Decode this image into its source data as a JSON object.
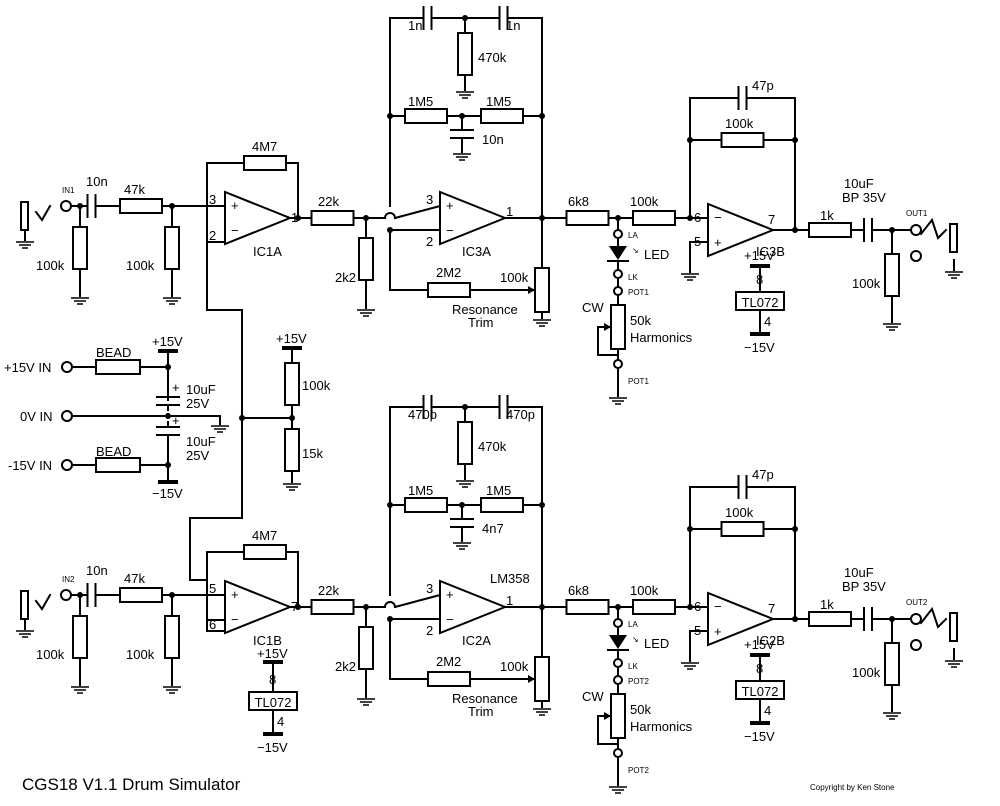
{
  "title": "CGS18 V1.1  Drum Simulator",
  "copyright": "Copyright by Ken Stone",
  "power": {
    "in_pos": "+15V IN",
    "in_zero": "0V IN",
    "in_neg": "-15V IN",
    "bead": "BEAD",
    "plus15": "+15V",
    "minus15": "−15V",
    "cap": "10uF",
    "cap_v": "25V",
    "plus": "+",
    "div_top": "100k",
    "div_bot": "15k"
  },
  "ic": {
    "tl072": "TL072",
    "pin8": "8",
    "pin4": "4",
    "plus15": "+15V",
    "minus15": "−15V",
    "lm358": "LM358"
  },
  "channel1": {
    "in_label": "IN1",
    "out_label": "OUT1",
    "c_in": "10n",
    "r_in": "47k",
    "r_gnd1": "100k",
    "r_gnd2": "100k",
    "r_fb": "4M7",
    "opamp1": "IC1A",
    "opamp1_pins": [
      "3",
      "2",
      "1"
    ],
    "r_22k": "22k",
    "r_2k2": "2k2",
    "c_top1": "1n",
    "c_top2": "1n",
    "r_470k": "470k",
    "r_1m5a": "1M5",
    "r_1m5b": "1M5",
    "c_mid": "10n",
    "opamp2": "IC3A",
    "opamp2_pins": [
      "3",
      "2",
      "1"
    ],
    "r_2m2": "2M2",
    "trim_value": "100k",
    "trim_label1": "Resonance",
    "trim_label2": "Trim",
    "r_6k8": "6k8",
    "r_100k": "100k",
    "led_la": "LA",
    "led": "LED",
    "led_lk": "LK",
    "pot_label": "POT1",
    "cw": "CW",
    "pot_value": "50k",
    "pot_name": "Harmonics",
    "c_47p": "47p",
    "r_fb3": "100k",
    "opamp3": "IC3B",
    "opamp3_pins": [
      "6",
      "5",
      "7"
    ],
    "r_1k": "1k",
    "c_out": "10uF",
    "c_out_v": "BP 35V",
    "r_out_gnd": "100k"
  },
  "channel2": {
    "in_label": "IN2",
    "out_label": "OUT2",
    "c_in": "10n",
    "r_in": "47k",
    "r_gnd1": "100k",
    "r_gnd2": "100k",
    "r_fb": "4M7",
    "opamp1": "IC1B",
    "opamp1_pins": [
      "5",
      "6",
      "7"
    ],
    "r_22k": "22k",
    "r_2k2": "2k2",
    "c_top1": "470p",
    "c_top2": "470p",
    "r_470k": "470k",
    "r_1m5a": "1M5",
    "r_1m5b": "1M5",
    "c_mid": "4n7",
    "opamp2": "IC2A",
    "opamp2_pins": [
      "3",
      "2",
      "1"
    ],
    "r_2m2": "2M2",
    "trim_value": "100k",
    "trim_label1": "Resonance",
    "trim_label2": "Trim",
    "r_6k8": "6k8",
    "r_100k": "100k",
    "led_la": "LA",
    "led": "LED",
    "led_lk": "LK",
    "pot_label": "POT2",
    "cw": "CW",
    "pot_value": "50k",
    "pot_name": "Harmonics",
    "c_47p": "47p",
    "r_fb3": "100k",
    "opamp3": "IC2B",
    "opamp3_pins": [
      "6",
      "5",
      "7"
    ],
    "r_1k": "1k",
    "c_out": "10uF",
    "c_out_v": "BP 35V",
    "r_out_gnd": "100k"
  }
}
